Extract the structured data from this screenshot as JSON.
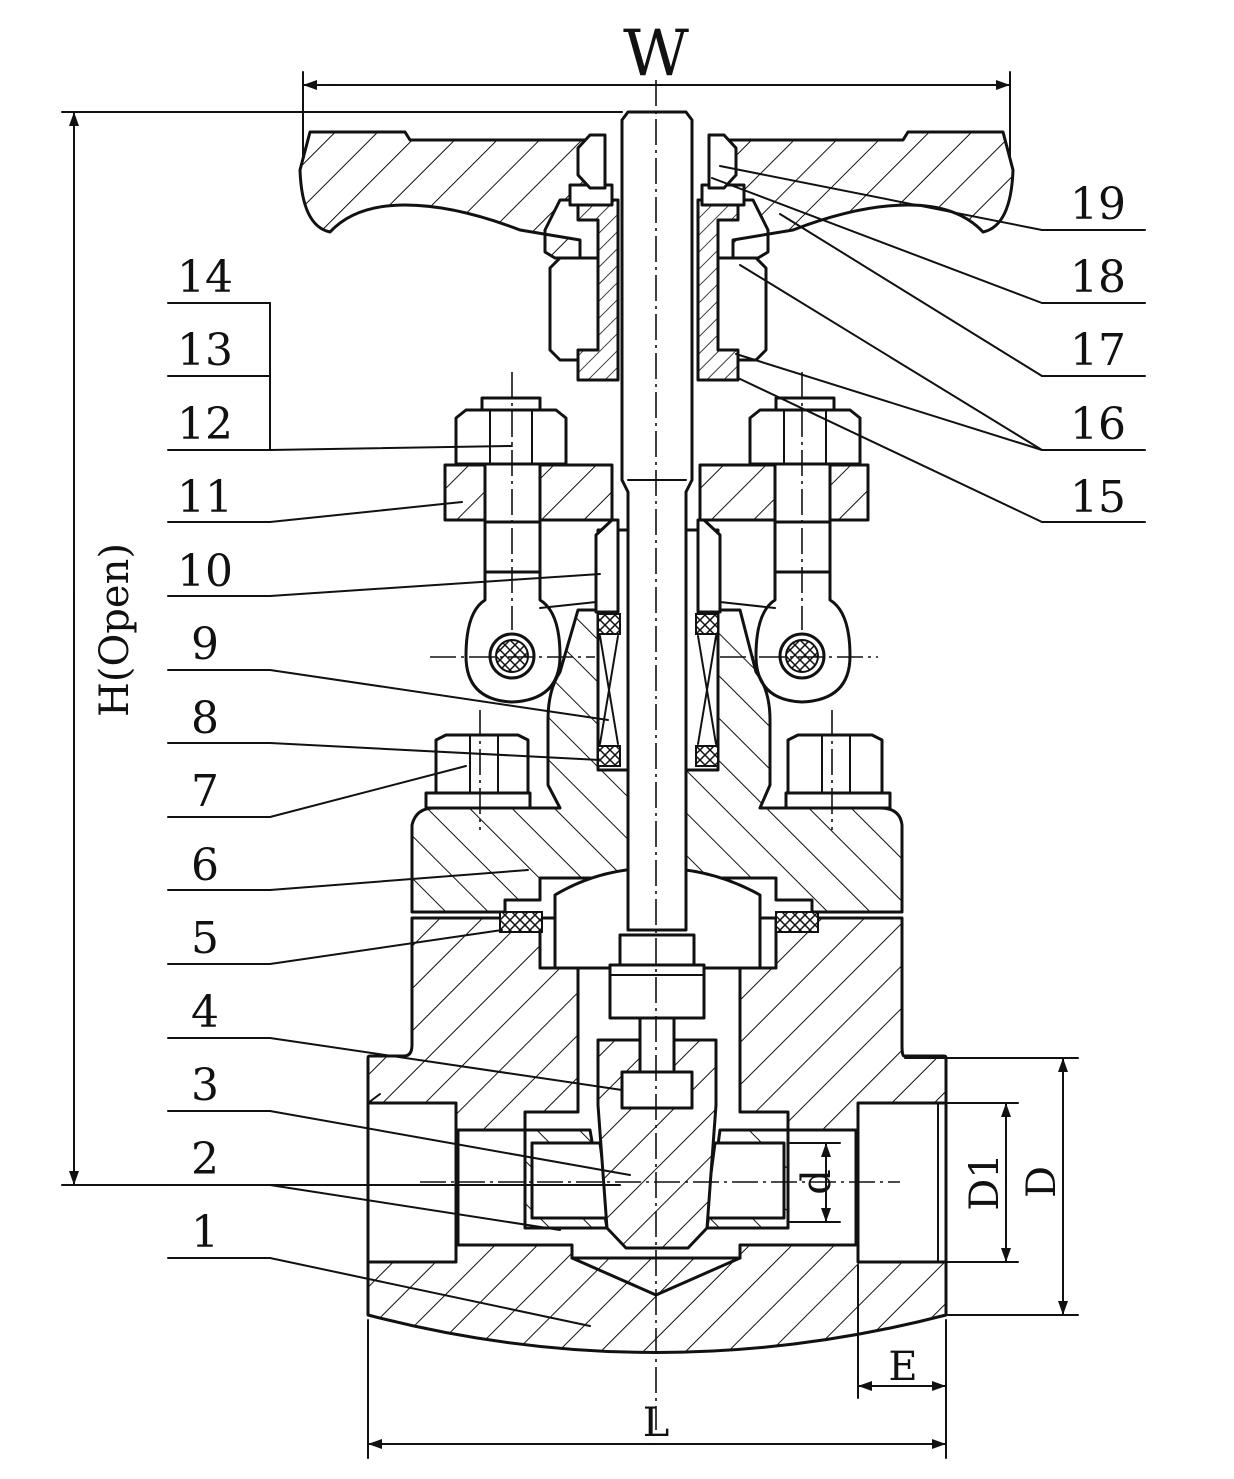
{
  "dimensions": {
    "width": "W",
    "height": "H(Open)",
    "length": "L",
    "bore": "d",
    "d1": "D1",
    "d_outer": "D",
    "e": "E"
  },
  "left_labels": [
    "14",
    "13",
    "12",
    "11",
    "10",
    "9",
    "8",
    "7",
    "6",
    "5",
    "4",
    "3",
    "2",
    "1"
  ],
  "right_labels": [
    "19",
    "18",
    "17",
    "16",
    "15"
  ]
}
